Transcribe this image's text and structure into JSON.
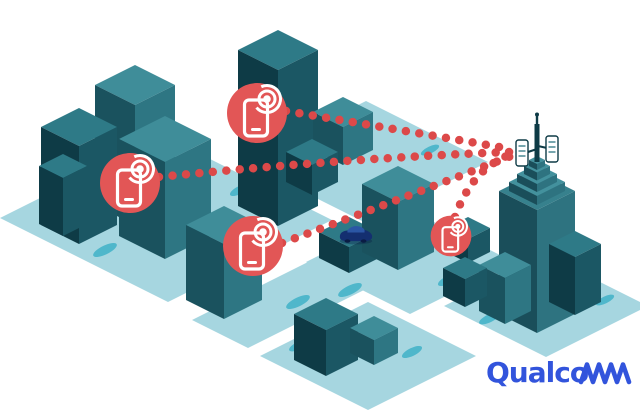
{
  "title": "Smartphones connecting to a cellular tower across an isometric smart city",
  "logo": {
    "name": "Qualcomm",
    "display_prefix": "Qualco"
  },
  "colors": {
    "bg": "#FFFFFF",
    "tile": "#A6D6E0",
    "puddle": "#4FB7CB",
    "bldDarkTop": "#2E7A87",
    "bldDarkLeft": "#0E3B46",
    "bldDarkRight": "#1B5764",
    "bldLightTop": "#3F8D99",
    "bldLightLeft": "#1A525E",
    "bldLightRight": "#2E7683",
    "towerTop": "#37818D",
    "towerLeft": "#1A4E5A",
    "towerRight": "#2E7380",
    "crownTop": "#43919D",
    "antennaDark": "#0E3B46",
    "panelFill": "#FFFFFF",
    "badgeRed": "#E25656",
    "dotRed": "#DC4949",
    "iconWhite": "#FFFFFF",
    "carBody": "#142F70",
    "carTop": "#2B57A5",
    "carDark": "#0A1C44",
    "logoBlue": "#3254DC"
  },
  "scene": {
    "phones": [
      {
        "id": "phone-1",
        "position": "top-center",
        "badge": "smartphone-broadcast"
      },
      {
        "id": "phone-2",
        "position": "left",
        "badge": "smartphone-broadcast"
      },
      {
        "id": "phone-3",
        "position": "bottom-center",
        "badge": "smartphone-broadcast"
      },
      {
        "id": "phone-4",
        "position": "mid-right-small",
        "badge": "smartphone-broadcast"
      }
    ],
    "tower": {
      "id": "cell-tower",
      "location": "rooftop-of-stepped-skyscraper"
    },
    "connections": [
      {
        "from": "phone-1",
        "to": "cell-tower",
        "style": "red-dotted-curve"
      },
      {
        "from": "phone-2",
        "to": "cell-tower",
        "style": "red-dotted-curve"
      },
      {
        "from": "phone-3",
        "to": "cell-tower",
        "style": "red-dotted-curve"
      },
      {
        "from": "phone-4",
        "to": "cell-tower",
        "style": "red-dotted-curve"
      }
    ],
    "car": {
      "id": "car",
      "location": "road-intersection"
    }
  }
}
